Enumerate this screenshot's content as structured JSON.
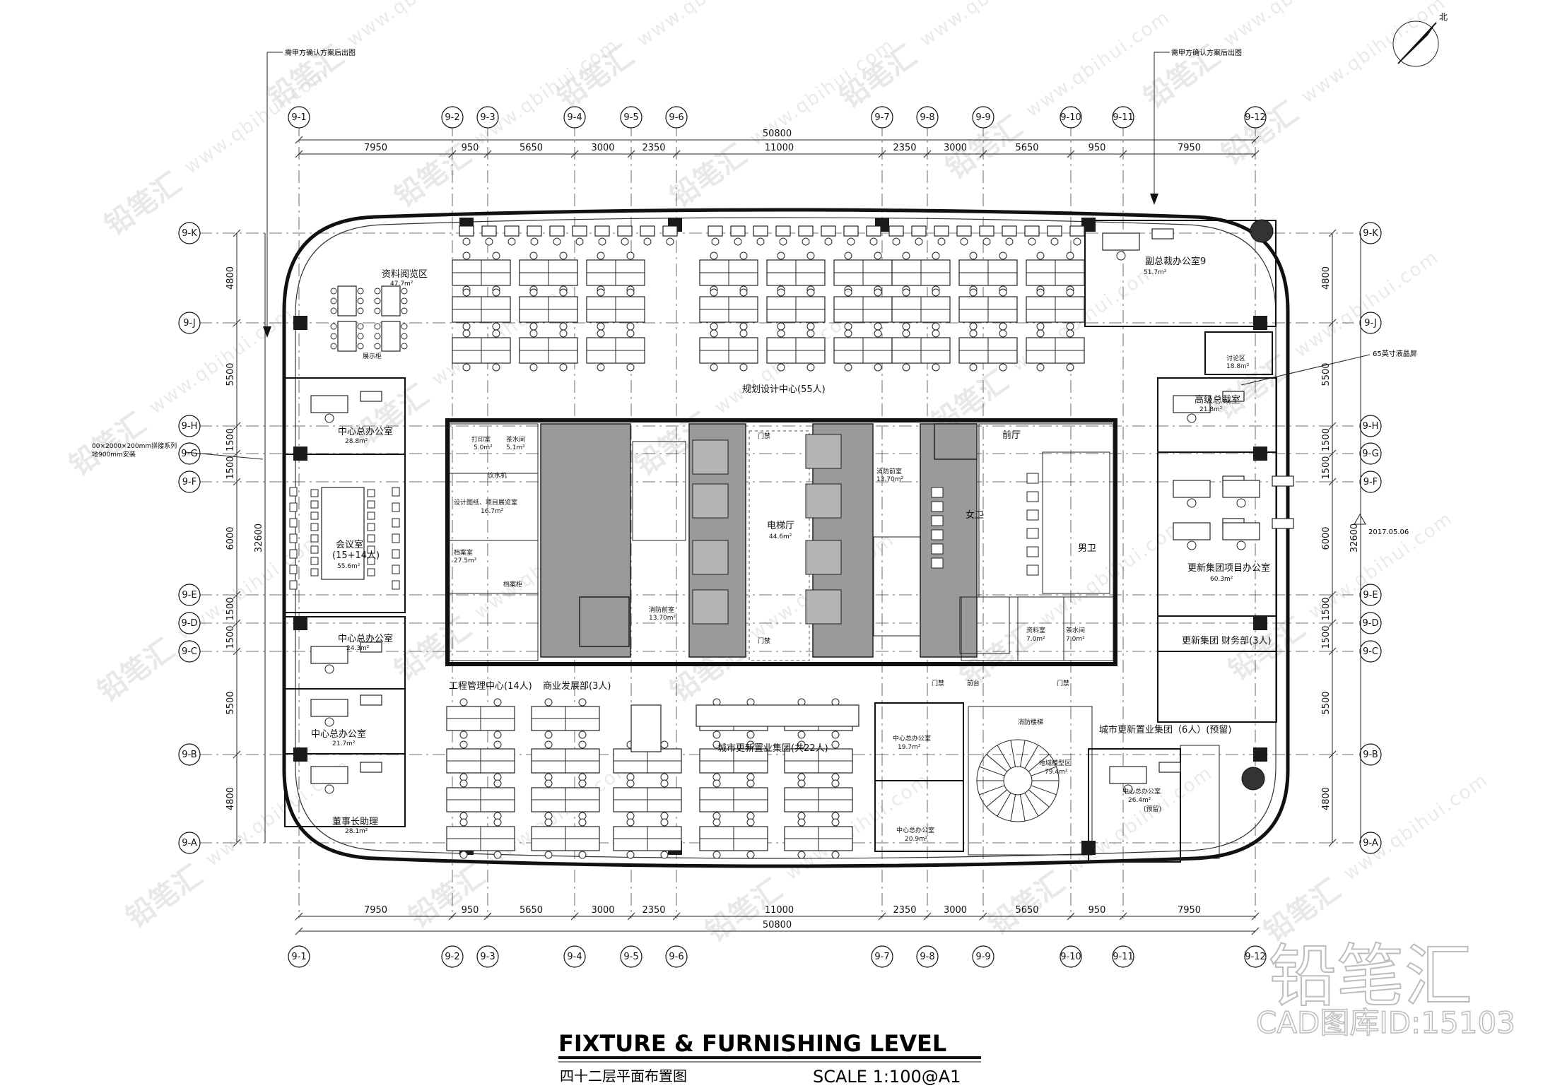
{
  "title": {
    "main": "FIXTURE & FURNISHING LEVEL",
    "sub_cn": "四十二层平面布置图",
    "scale": "SCALE  1:100@A1"
  },
  "watermark": {
    "logo": "铅笔汇",
    "cad_id": "CAD图库ID:15103",
    "url": "www.qbihui.com"
  },
  "north_label": "北",
  "grid": {
    "top": [
      "9-1",
      "9-2",
      "9-3",
      "9-4",
      "9-5",
      "9-6",
      "9-7",
      "9-8",
      "9-9",
      "9-10",
      "9-11",
      "9-12"
    ],
    "side": [
      "9-K",
      "9-J",
      "9-H",
      "9-G",
      "9-F",
      "9-E",
      "9-D",
      "9-C",
      "9-B",
      "9-A"
    ]
  },
  "dims": {
    "horizontal": [
      "7950",
      "950",
      "5650",
      "3000",
      "2350",
      "11000",
      "2350",
      "3000",
      "5650",
      "950",
      "7950"
    ],
    "horizontal_total": "50800",
    "vertical": [
      "4800",
      "5500",
      "1500",
      "1500",
      "6000",
      "1500",
      "1500",
      "5500",
      "4800"
    ],
    "vertical_total": "32600"
  },
  "notes": {
    "top_left": "需甲方确认方案后出图",
    "top_right": "需甲方确认方案后出图",
    "tv": "65英寸液晶屏",
    "glass": "00×2000×200mm拼接系列",
    "glass2": "地900mm安装",
    "revision": "2017.05.06"
  },
  "rooms": {
    "archive": "资料阅览区",
    "archive_area": "47.7m²",
    "exhibit": "展示柜",
    "planning": "规划设计中心(55人)",
    "vp_office": "副总裁办公室9",
    "vp_area": "51.7m²",
    "discuss": "讨论区",
    "discuss_area": "18.8m²",
    "senior_office": "高级总裁室",
    "senior_area": "21.8m²",
    "center_office_1": "中心总办公室",
    "center_area_1": "28.8m²",
    "meeting": "会议室",
    "meeting_cap": "(15+14人)",
    "meeting_area": "55.6m²",
    "print_room": "打印室",
    "print_area": "5.0m²",
    "tea_small": "茶水间",
    "tea_small_area": "5.1m²",
    "water": "饮水机",
    "design_review": "设计图纸、项目展览室",
    "design_area": "16.7m²",
    "archive_room": "档案室",
    "archive_room_area": "27.5m²",
    "shelf": "档案柜",
    "fire_room": "消防前室",
    "fire_area": "13.70m²",
    "lift_hall": "电梯厅",
    "lift_area": "44.6m²",
    "fire_room2": "消防前室",
    "fire_area2": "13.70m²",
    "front": "前厅",
    "female_wc": "女卫",
    "male_wc": "男卫",
    "data_room": "资料室",
    "data_area": "7.0m²",
    "tea_room": "茶水间",
    "tea_area": "7.0m²",
    "renewal_office": "更新集团项目办公室",
    "renewal_area": "60.3m²",
    "finance": "更新集团 财务部(3人)",
    "center_office_2": "中心总办公室",
    "center_area_2": "24.3m²",
    "center_office_3": "中心总办公室",
    "center_area_3": "21.7m²",
    "chairman": "董事长助理",
    "chairman_area": "28.1m²",
    "engineering": "工程管理中心(14人)",
    "commercial": "商业发展部(3人)",
    "urban_group": "城市更新置业集团(共22人)",
    "center_office_4": "中心总办公室",
    "center_area_4": "19.7m²",
    "center_office_5": "中心总办公室",
    "center_area_5": "20.9m²",
    "model_room": "地域模型区",
    "model_area": "79.4m²",
    "urban_group_6": "城市更新置业集团（6人）(预留)",
    "center_office_6": "中心总办公室",
    "center_office_6b": "(预留)",
    "center_area_6": "26.4m²",
    "door_label": "门禁",
    "door_label2": "门禁",
    "door_label3": "门禁",
    "door_label4": "门禁",
    "front_desk": "前台",
    "stair_note": "消防楼梯"
  }
}
